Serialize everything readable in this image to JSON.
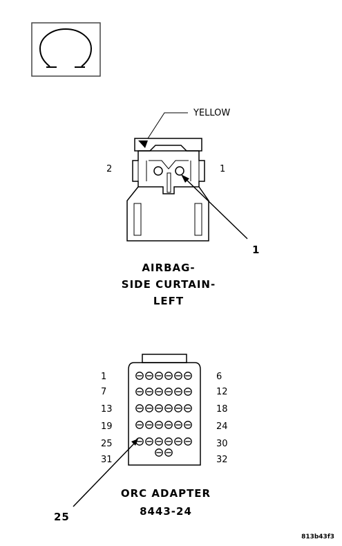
{
  "symbol": {
    "icon": "ohm-icon"
  },
  "airbag_connector": {
    "wire_color": "YELLOW",
    "pin_labels": {
      "left": "2",
      "right": "1"
    },
    "callout": "1",
    "title_lines": [
      "AIRBAG-",
      "SIDE CURTAIN-",
      "LEFT"
    ]
  },
  "orc_adapter": {
    "row_start_labels": [
      "1",
      "7",
      "13",
      "19",
      "25",
      "31"
    ],
    "row_end_labels": [
      "6",
      "12",
      "18",
      "24",
      "30",
      "32"
    ],
    "callout": "25",
    "title_lines": [
      "ORC ADAPTER",
      "8443-24"
    ]
  },
  "figure_id": "813b43f3"
}
